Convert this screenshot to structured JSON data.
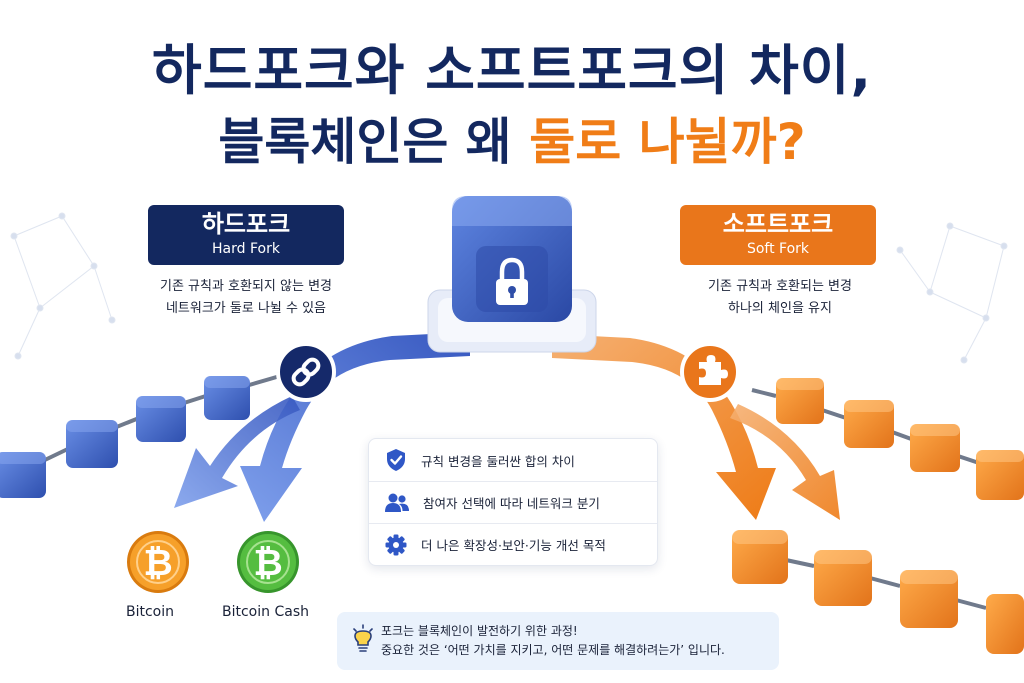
{
  "title": {
    "line1": "하드포크와 소프트포크의 차이,",
    "line2_prefix": "블록체인은 왜 ",
    "line2_highlight": "둘로 나뉠까?"
  },
  "hard_fork": {
    "label_ko": "하드포크",
    "label_en": "Hard Fork",
    "desc_line1": "기존 규칙과 호환되지 않는 변경",
    "desc_line2": "네트워크가 둘로 나뉠 수 있음",
    "badge_icon": "chain-link-icon",
    "color": "#3d64c8",
    "coins": [
      {
        "symbol": "₿",
        "label": "Bitcoin",
        "color": "#f39a1e"
      },
      {
        "symbol": "₿",
        "label": "Bitcoin Cash",
        "color": "#4cb43c"
      }
    ]
  },
  "soft_fork": {
    "label_ko": "소프트포크",
    "label_en": "Soft Fork",
    "desc_line1": "기존 규칙과 호환되는 변경",
    "desc_line2": "하나의 체인을 유지",
    "badge_icon": "puzzle-piece-icon",
    "color": "#f08a24"
  },
  "center_icon": "lock-icon",
  "info": [
    {
      "icon": "shield-check-icon",
      "text": "규칙 변경을 둘러싼 합의 차이"
    },
    {
      "icon": "users-icon",
      "text": "참여자 선택에 따라 네트워크 분기"
    },
    {
      "icon": "gear-icon",
      "text": "더 나은 확장성·보안·기능 개선 목적"
    }
  ],
  "note": {
    "icon": "lightbulb-icon",
    "line1": "포크는 블록체인이 발전하기 위한 과정!",
    "line2": "중요한 것은 ‘어떤 가치를 지키고,  어떤 문제를 해결하려는가’ 입니다."
  },
  "colors": {
    "navy": "#13285f",
    "orange": "#f07d17",
    "blue": "#3d64c8"
  }
}
